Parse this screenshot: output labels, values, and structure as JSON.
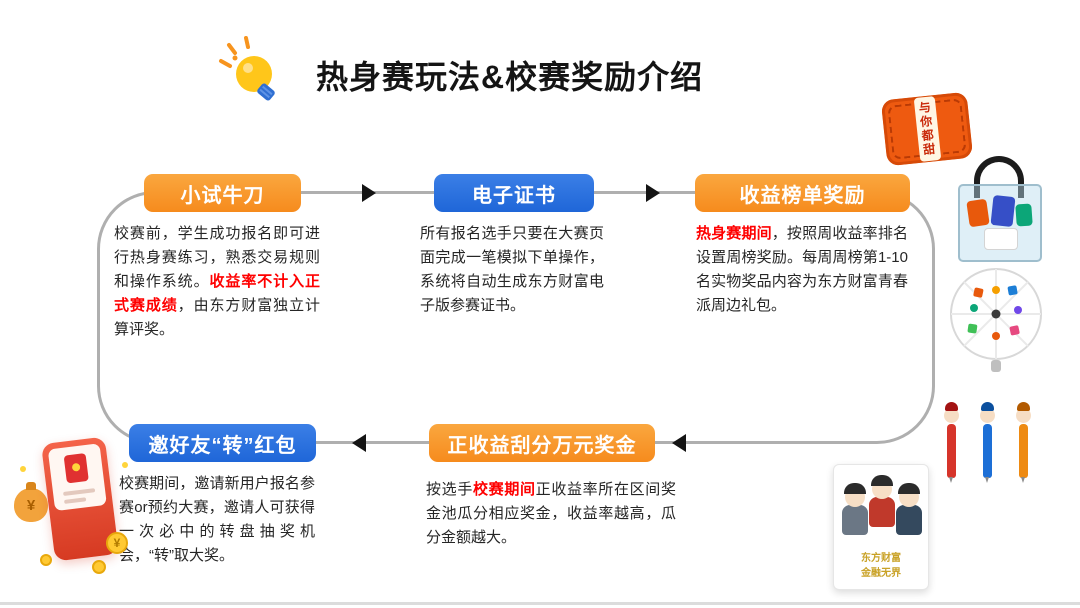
{
  "header": {
    "title": "热身赛玩法&校赛奖励介绍"
  },
  "flow": {
    "steps": [
      {
        "label": "小试牛刀",
        "color": "orange",
        "desc_before": "校赛前，学生成功报名即可进行热身赛练习，熟悉交易规则和操作系统。",
        "desc_red": "收益率不计入正式赛成绩",
        "desc_after": "，由东方财富独立计算评奖。"
      },
      {
        "label": "电子证书",
        "color": "blue",
        "desc_before": "所有报名选手只要在大赛页面完成一笔模拟下单操作，系统将自动生成东方财富电子版参赛证书。",
        "desc_red": "",
        "desc_after": ""
      },
      {
        "label": "收益榜单奖励",
        "color": "orange",
        "desc_before": "",
        "desc_red": "热身赛期间",
        "desc_after": "，按照周收益率排名设置周榜奖励。每周周榜第1-10名实物奖品内容为东方财富青春派周边礼包。"
      },
      {
        "label": "邀好友“转”红包",
        "color": "blue",
        "desc_before": "校赛期间，邀请新用户报名参赛or预约大赛，邀请人可获得一次必中的转盘抽奖机会，“转”取大奖。",
        "desc_red": "",
        "desc_after": ""
      },
      {
        "label": "正收益刮分万元奖金",
        "color": "orange",
        "desc_before": "按选手",
        "desc_red": "校赛期间",
        "desc_after": "正收益率所在区间奖金池瓜分相应奖金，收益率越高，瓜分金额越大。"
      }
    ]
  },
  "prizes": {
    "pillow": {
      "text": "与你都甜"
    },
    "standee": {
      "line1": "东方财富",
      "line2": "金融无界"
    }
  },
  "illustration": {
    "currency": "¥"
  },
  "colors": {
    "orange": "#F7941E",
    "blue": "#2066D8",
    "highlight_red": "#FF0000",
    "line_gray": "#AFAFAF"
  }
}
